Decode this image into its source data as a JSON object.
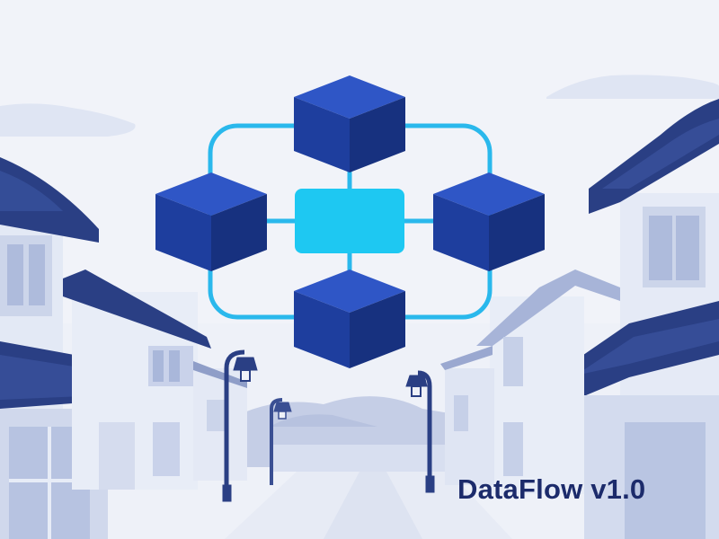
{
  "brand": {
    "text": "DataFlow v1.0",
    "color": "#1c2b6b"
  },
  "palette": {
    "sky": "#eef1f8",
    "cube_top": "#2f56c6",
    "cube_left": "#1e3e9e",
    "cube_right": "#17317f",
    "hub": "#1ec8f2",
    "connector": "#2ab8ec",
    "roof": "#2a3f84",
    "wall_light": "#e6ebf5",
    "wall_shadow": "#c9d2e8"
  },
  "illustration": {
    "nodes": [
      "cube-top",
      "cube-left",
      "cube-right",
      "cube-bottom"
    ],
    "hub": "hub-rect",
    "scene": "street-with-houses-and-lamps"
  }
}
